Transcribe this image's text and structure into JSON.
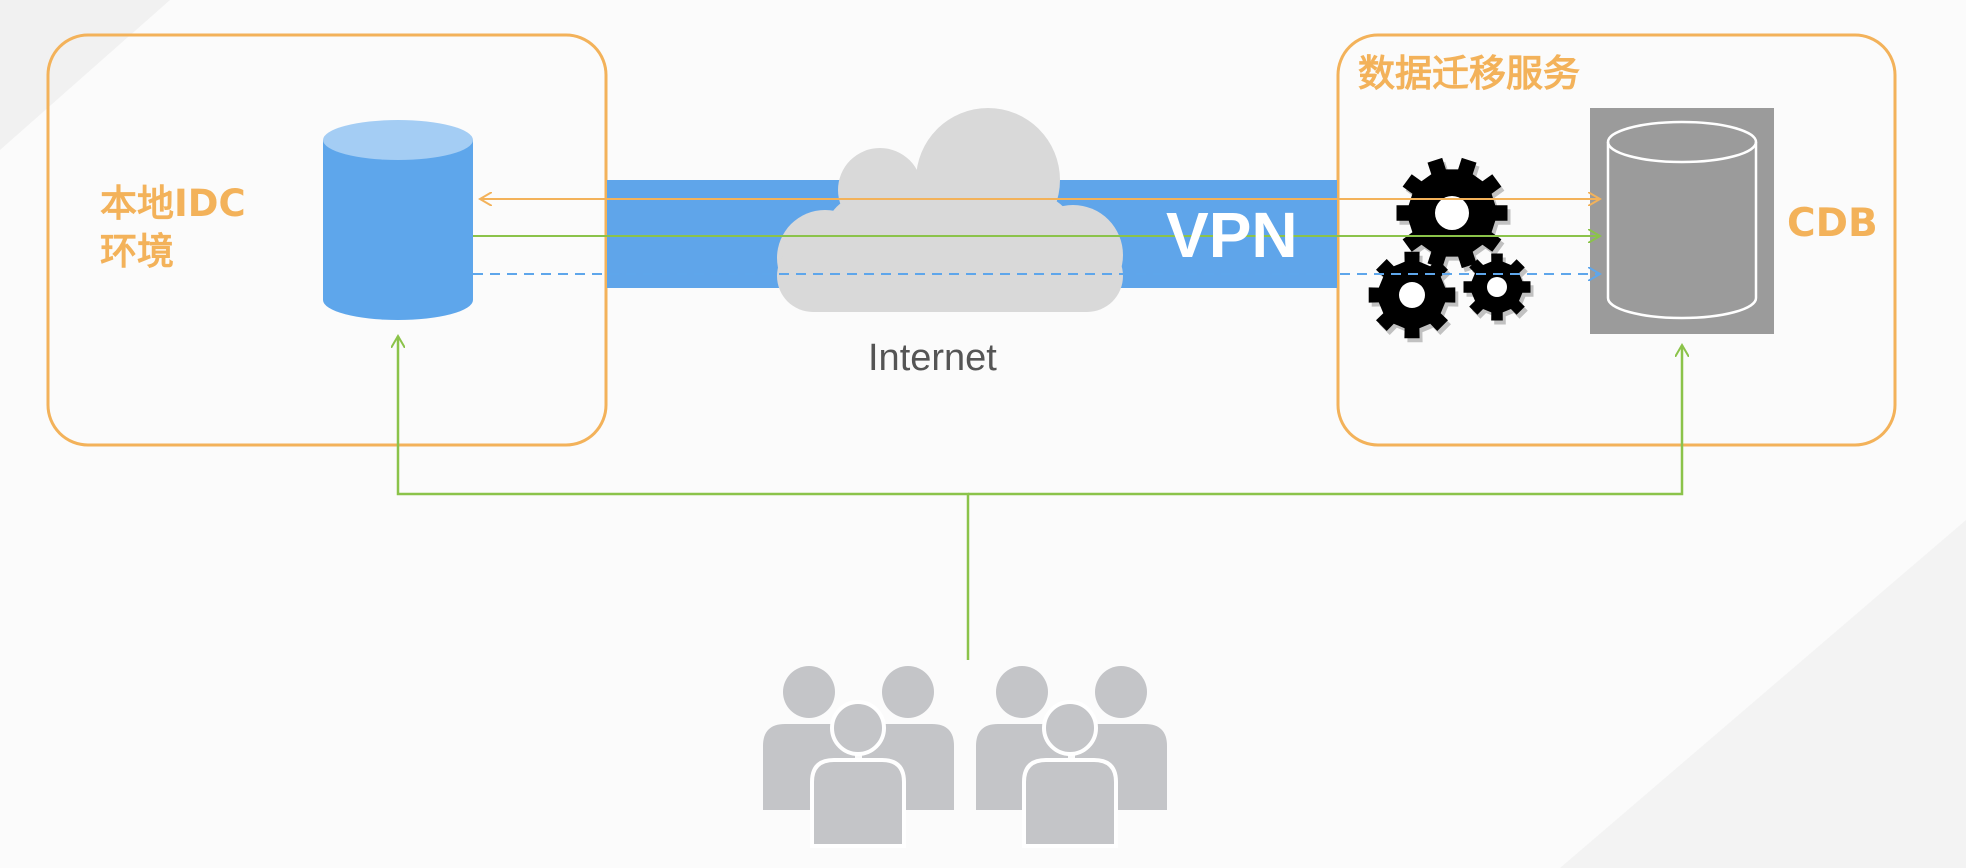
{
  "labels": {
    "local_idc": [
      "本地IDC",
      "环境"
    ],
    "migration_service": "数据迁移服务",
    "cdb": "CDB",
    "vpn": "VPN",
    "internet": "Internet"
  },
  "icons": {
    "source_db": "database-cylinder-icon",
    "target_db": "database-cylinder-icon",
    "cloud": "cloud-icon",
    "gears": "gears-icon",
    "users": "user-group-icon"
  },
  "colors": {
    "box_border": "#f3b25a",
    "tunnel": "#5fa5ea",
    "db_blue": "#5ea6eb",
    "db_gray": "#9b9b9b",
    "cloud": "#d9d9d9",
    "arrow_orange": "#f3b25a",
    "arrow_green": "#8bc34a",
    "arrow_blue_dashed": "#5ea6eb",
    "users": "#c4c5c8"
  }
}
